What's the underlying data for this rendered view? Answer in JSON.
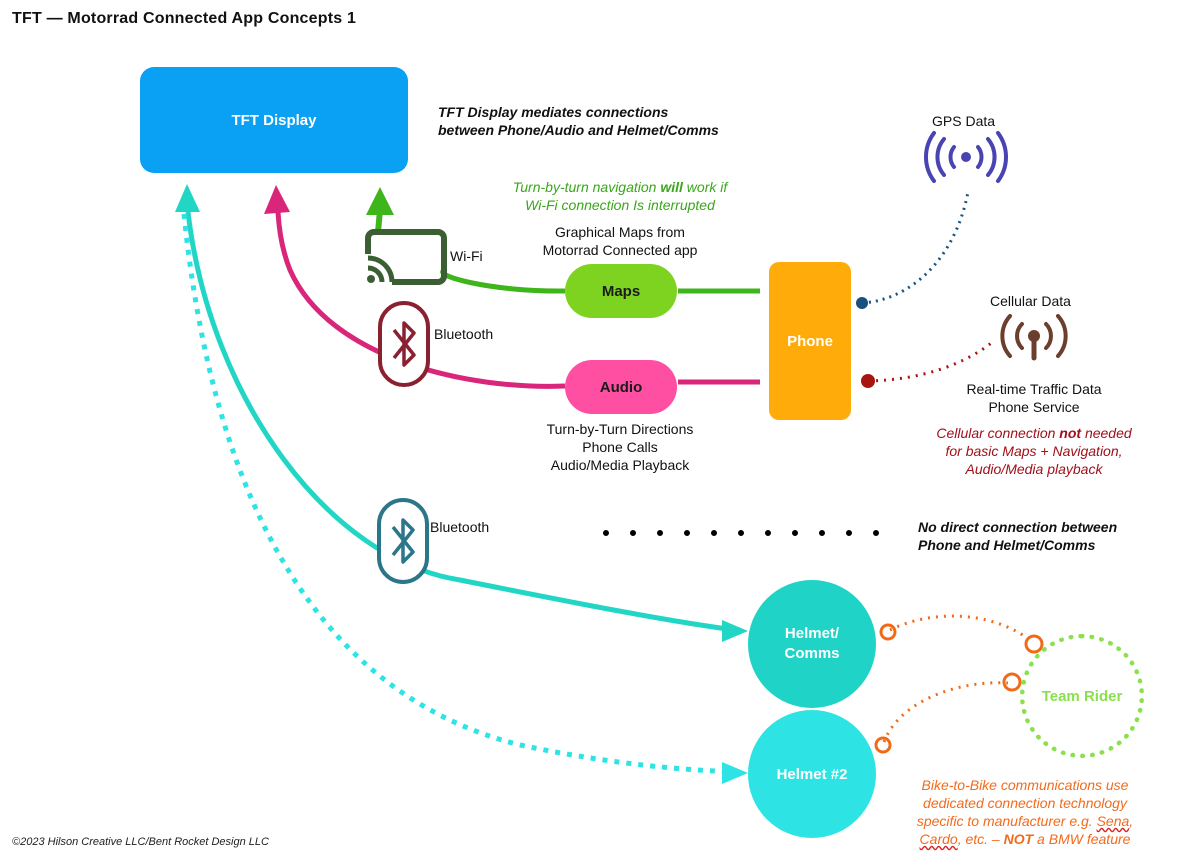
{
  "title": "TFT — Motorrad Connected App Concepts 1",
  "nodes": {
    "tft": "TFT Display",
    "maps": "Maps",
    "audio": "Audio",
    "phone": "Phone",
    "helmet_line1": "Helmet/",
    "helmet_line2": "Comms",
    "helmet2": "Helmet #2",
    "team_rider": "Team Rider"
  },
  "labels": {
    "tft_note_line1": "TFT Display mediates connections",
    "tft_note_line2": "between Phone/Audio and Helmet/Comms",
    "gps": "GPS Data",
    "nav_note_pre": "Turn-by-turn navigation ",
    "nav_note_bold": "will",
    "nav_note_post": " work if",
    "nav_note_line2": "Wi-Fi connection Is interrupted",
    "maps_desc_line1": "Graphical Maps from",
    "maps_desc_line2": "Motorrad Connected app",
    "wifi": "Wi-Fi",
    "bluetooth_top": "Bluetooth",
    "bluetooth_bottom": "Bluetooth",
    "cellular": "Cellular Data",
    "traffic_line1": "Real-time Traffic Data",
    "traffic_line2": "Phone Service",
    "cell_note_pre": "Cellular connection ",
    "cell_note_bold": "not",
    "cell_note_post": " needed",
    "cell_note_line2": "for basic Maps + Navigation,",
    "cell_note_line3": "Audio/Media playback",
    "audio_desc_line1": "Turn-by-Turn Directions",
    "audio_desc_line2": "Phone Calls",
    "audio_desc_line3": "Audio/Media Playback",
    "no_direct_line1": "No direct connection between",
    "no_direct_line2": "Phone and Helmet/Comms",
    "b2b_line1": "Bike-to-Bike communications use",
    "b2b_line2": "dedicated connection technology",
    "b2b_line3_pre": "specific to manufacturer e.g. ",
    "b2b_sena": "Sena",
    "b2b_cardo": "Cardo",
    "b2b_line4_mid": ", etc. – ",
    "b2b_not": "NOT",
    "b2b_line4_post": " a BMW feature",
    "copyright": "©2023 Hilson Creative LLC/Bent Rocket Design LLC"
  },
  "icons": {
    "wifi_cast": "cast-icon",
    "bluetooth": "bluetooth-icon",
    "gps": "gps-signal-icon",
    "cellular": "cellular-antenna-icon"
  },
  "colors": {
    "tft": "#0aa1f5",
    "maps": "#7ed321",
    "audio": "#ff4fa3",
    "phone": "#ffab0a",
    "helmet": "#1fd3c6",
    "helmet2": "#2ee3e3",
    "team_rider": "#8be04e",
    "wifi_link": "#3fb51c",
    "bluetooth_audio_link": "#d9257a",
    "bluetooth_helmet_link": "#22d6c6",
    "gps_link": "#17527f",
    "cellular_link": "#a8150f",
    "b2b_link": "#f06a18"
  }
}
